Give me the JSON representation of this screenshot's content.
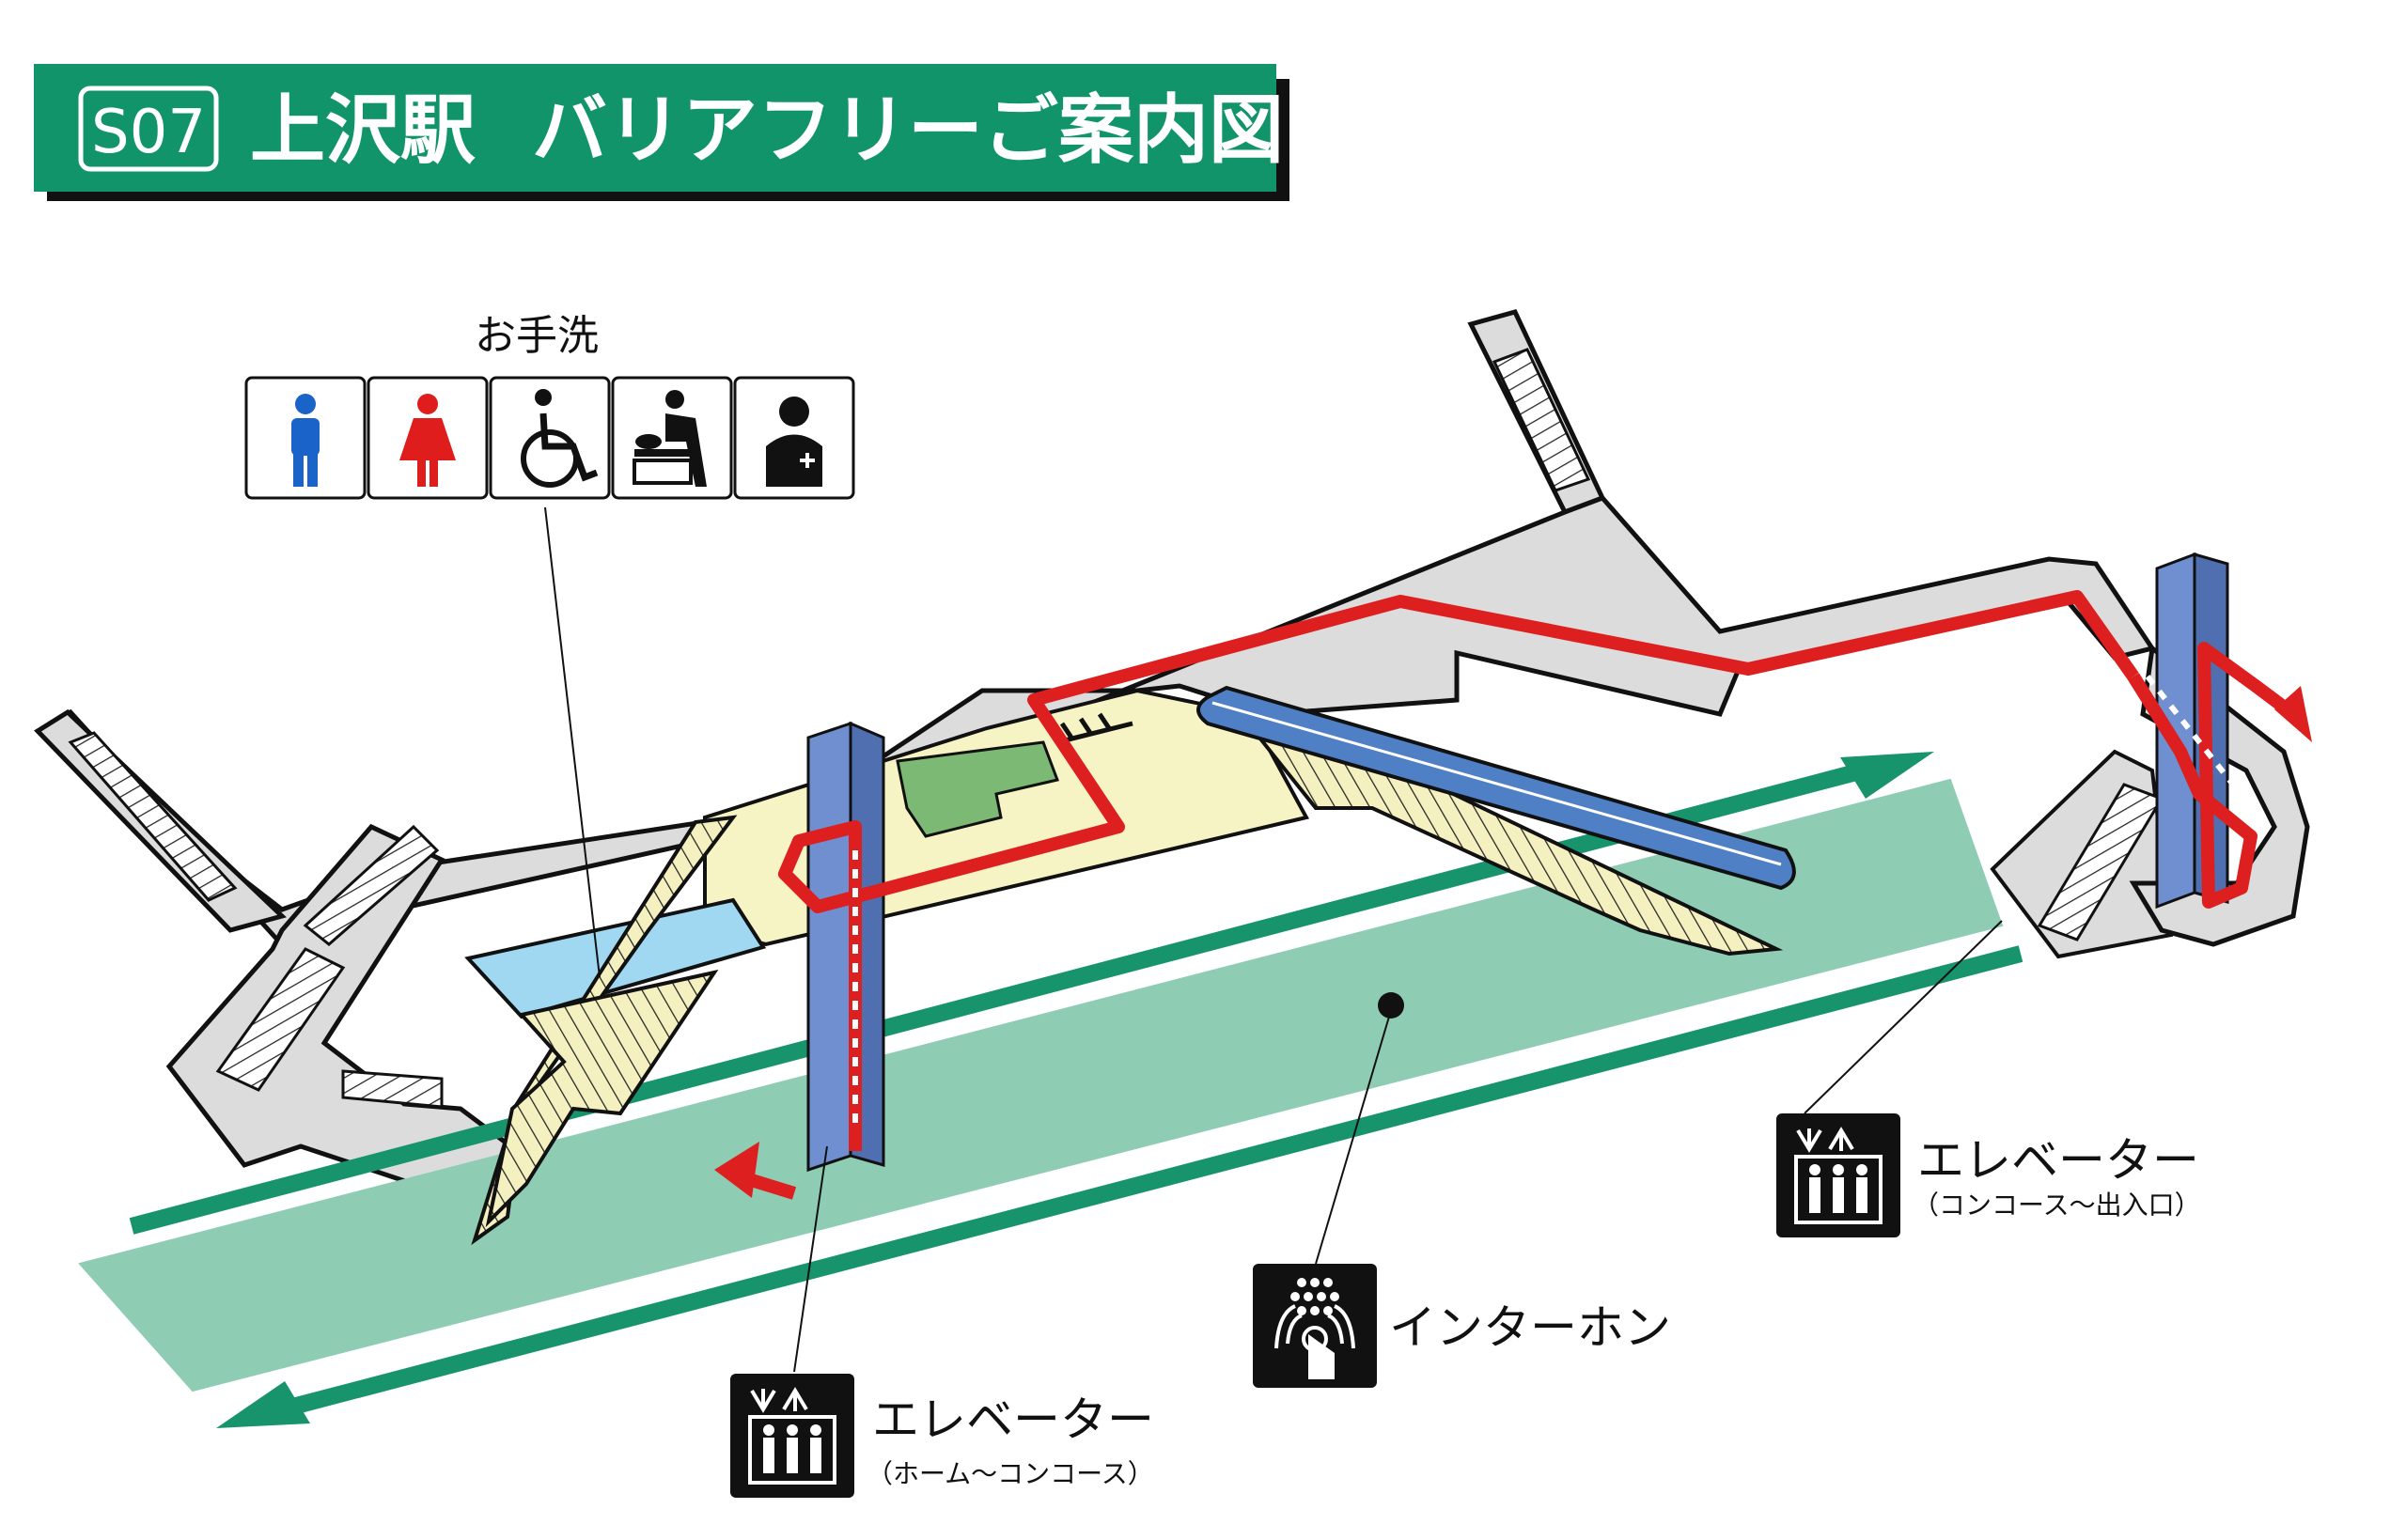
{
  "title": {
    "station_code": "S07",
    "name": "上沢駅",
    "subtitle": "バリアフリーご案内図"
  },
  "toilet": {
    "label": "お手洗",
    "icons": [
      "male-toilet-icon",
      "female-toilet-icon",
      "wheelchair-icon",
      "baby-changing-icon",
      "ostomate-icon"
    ]
  },
  "elevator_platform": {
    "label": "エレベーター",
    "sub": "（ホーム～コンコース）",
    "icon": "elevator-icon"
  },
  "elevator_exit": {
    "label": "エレベーター",
    "sub": "（コンコース～出入口）",
    "icon": "elevator-icon"
  },
  "intercom": {
    "label": "インターホン",
    "icon": "intercom-icon"
  },
  "colors": {
    "header_green": "#12946b",
    "header_shadow": "#111111",
    "concourse_gray": "#dcdcdc",
    "platform_green": "#8ecdb3",
    "track_arrow_green": "#17946c",
    "route_red": "#dd1f1f",
    "elevator_blue": "#6f8fd0",
    "escalator_blue": "#4f7fc4",
    "toilet_area_blue": "#9fd8f0",
    "gate_yellow": "#f6f3c4",
    "gate_green": "#7cb974",
    "male_blue": "#1a63c8",
    "female_red": "#e01d1d"
  }
}
